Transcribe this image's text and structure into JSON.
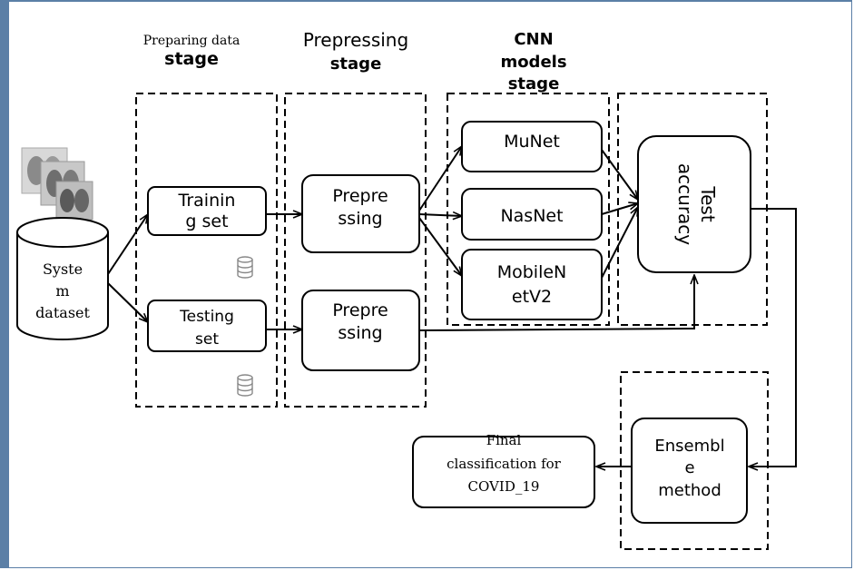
{
  "stages": {
    "preparing_line1": "Preparing data",
    "preparing_line2": "stage",
    "prepressing_line1": "Prepressing",
    "prepressing_line2": "stage",
    "cnn_line1": "CNN",
    "cnn_line2": "models",
    "cnn_line3": "stage"
  },
  "dataset": {
    "line1": "Syste",
    "line2": "m",
    "line3": "dataset"
  },
  "training": {
    "line1": "Trainin",
    "line2": "g set"
  },
  "testing": {
    "line1": "Testing",
    "line2": "set"
  },
  "prepress_top": {
    "line1": "Prepre",
    "line2": "ssing"
  },
  "prepress_bottom": {
    "line1": "Prepre",
    "line2": "ssing"
  },
  "models": {
    "munet": "MuNet",
    "nasnet": "NasNet",
    "mobile_line1": "MobileN",
    "mobile_line2": "etV2"
  },
  "test_accuracy": {
    "line1": "Test",
    "line2": "accuracy"
  },
  "ensemble": {
    "line1": "Ensembl",
    "line2": "e",
    "line3": "method"
  },
  "final": {
    "line1": "Final",
    "line2": "classification for",
    "line3": "COVID_19"
  },
  "icons": [
    "ct-scan-images-icon",
    "database-icon"
  ]
}
